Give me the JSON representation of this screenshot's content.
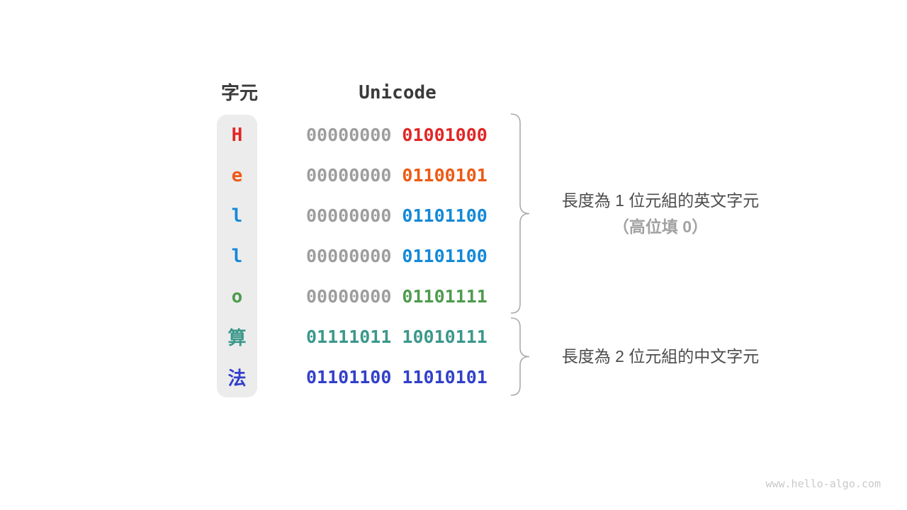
{
  "header": {
    "char_col": "字元",
    "unicode_col": "Unicode"
  },
  "rows": [
    {
      "char": "H",
      "char_color": "#e12626",
      "bytes": [
        {
          "bits": "00000000",
          "color": "#9d9d9d"
        },
        {
          "bits": "01001000",
          "color": "#e12626"
        }
      ]
    },
    {
      "char": "e",
      "char_color": "#ed5a14",
      "bytes": [
        {
          "bits": "00000000",
          "color": "#9d9d9d"
        },
        {
          "bits": "01100101",
          "color": "#ed5a14"
        }
      ]
    },
    {
      "char": "l",
      "char_color": "#1389d8",
      "bytes": [
        {
          "bits": "00000000",
          "color": "#9d9d9d"
        },
        {
          "bits": "01101100",
          "color": "#1389d8"
        }
      ]
    },
    {
      "char": "l",
      "char_color": "#1389d8",
      "bytes": [
        {
          "bits": "00000000",
          "color": "#9d9d9d"
        },
        {
          "bits": "01101100",
          "color": "#1389d8"
        }
      ]
    },
    {
      "char": "o",
      "char_color": "#4e9b4f",
      "bytes": [
        {
          "bits": "00000000",
          "color": "#9d9d9d"
        },
        {
          "bits": "01101111",
          "color": "#4e9b4f"
        }
      ]
    },
    {
      "char": "算",
      "char_color": "#3b988b",
      "bytes": [
        {
          "bits": "01111011",
          "color": "#3b988b"
        },
        {
          "bits": "10010111",
          "color": "#3b988b"
        }
      ]
    },
    {
      "char": "法",
      "char_color": "#3240c9",
      "bytes": [
        {
          "bits": "01101100",
          "color": "#3240c9"
        },
        {
          "bits": "11010101",
          "color": "#3240c9"
        }
      ]
    }
  ],
  "annotations": {
    "english": {
      "line1": "長度為 1 位元組的英文字元",
      "line2": "（高位填 0）"
    },
    "chinese": {
      "line1": "長度為 2 位元組的中文字元"
    }
  },
  "watermark": "www.hello-algo.com",
  "colors": {
    "background": "#ffffff",
    "header_text": "#3a3a3a",
    "pill_background": "#ececec",
    "gray_byte": "#9d9d9d",
    "brace_stroke": "#ababab",
    "annotation_dark": "#4c4c4c",
    "annotation_light": "#a2a2a2",
    "watermark": "#c9c9c9",
    "red": "#e12626",
    "orange": "#ed5a14",
    "blue": "#1389d8",
    "green": "#4e9b4f",
    "teal": "#3b988b",
    "indigo": "#3240c9"
  }
}
